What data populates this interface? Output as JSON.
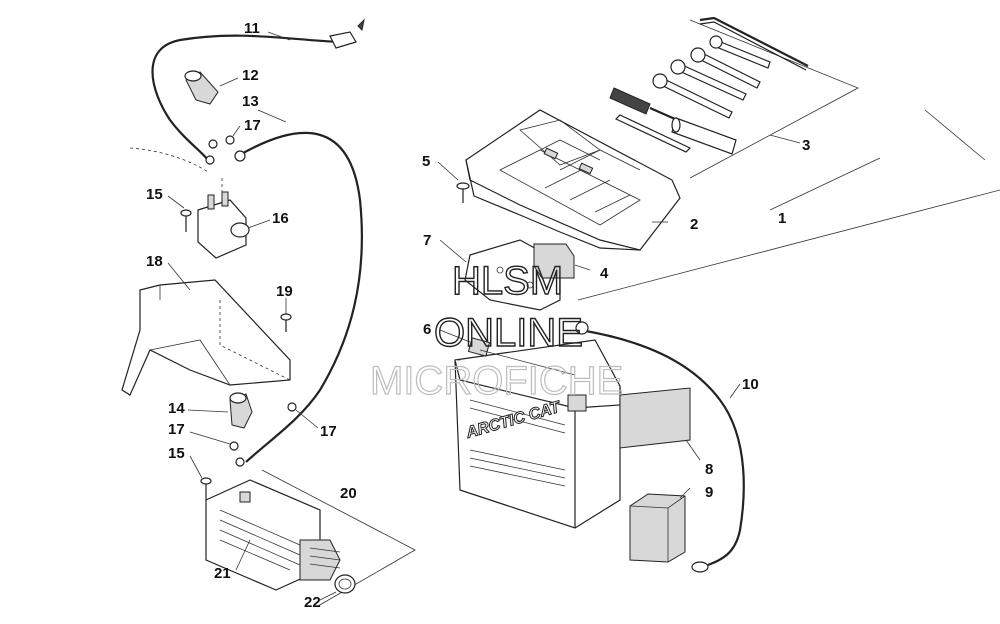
{
  "callouts": [
    "1",
    "2",
    "3",
    "4",
    "5",
    "6",
    "7",
    "8",
    "9",
    "10",
    "11",
    "12",
    "13",
    "14",
    "15",
    "16",
    "17",
    "18",
    "19",
    "20",
    "21",
    "22"
  ],
  "watermark": {
    "line1": "HLSM",
    "line2": "ONLINE",
    "line3": "MICROFICHE"
  },
  "battery_label": "ARCTIC CAT"
}
